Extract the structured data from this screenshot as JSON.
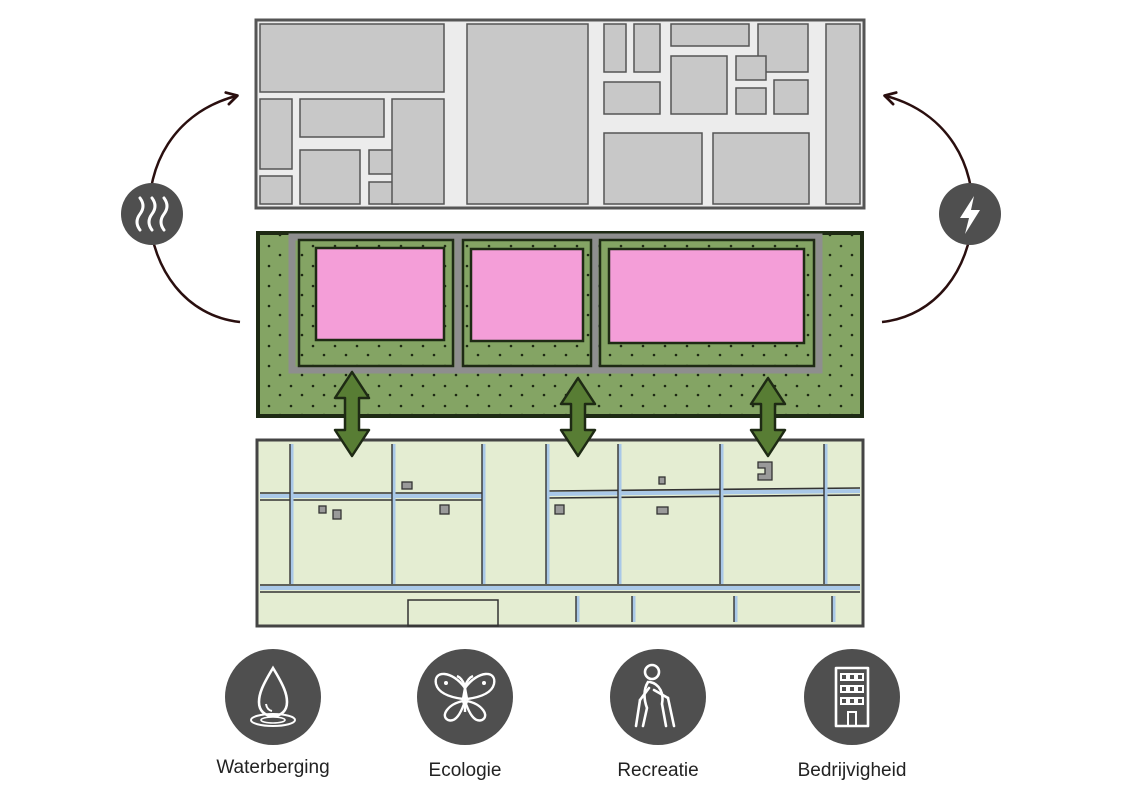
{
  "colors": {
    "urban_fill": "#c8c8c8",
    "urban_street": "#ececec",
    "green_zone": "#84a464",
    "green_dark": "#1e2a14",
    "pink_block": "#f49ed8",
    "path_gray": "#8e8e8e",
    "rural_fill": "#e4edd2",
    "water_line": "#a9c8e8",
    "arrow_green": "#587d34",
    "curve_arrow": "#2a0f0f",
    "icon_bg": "#4f4f4f",
    "icon_fg": "#ffffff"
  },
  "side_icons": {
    "left": "heat-waves-icon",
    "right": "lightning-bolt-icon"
  },
  "legend": [
    {
      "label": "Waterberging",
      "icon": "water-drop-icon"
    },
    {
      "label": "Ecologie",
      "icon": "butterfly-icon"
    },
    {
      "label": "Recreatie",
      "icon": "elderly-walker-icon"
    },
    {
      "label": "Bedrijvigheid",
      "icon": "office-building-icon"
    }
  ]
}
